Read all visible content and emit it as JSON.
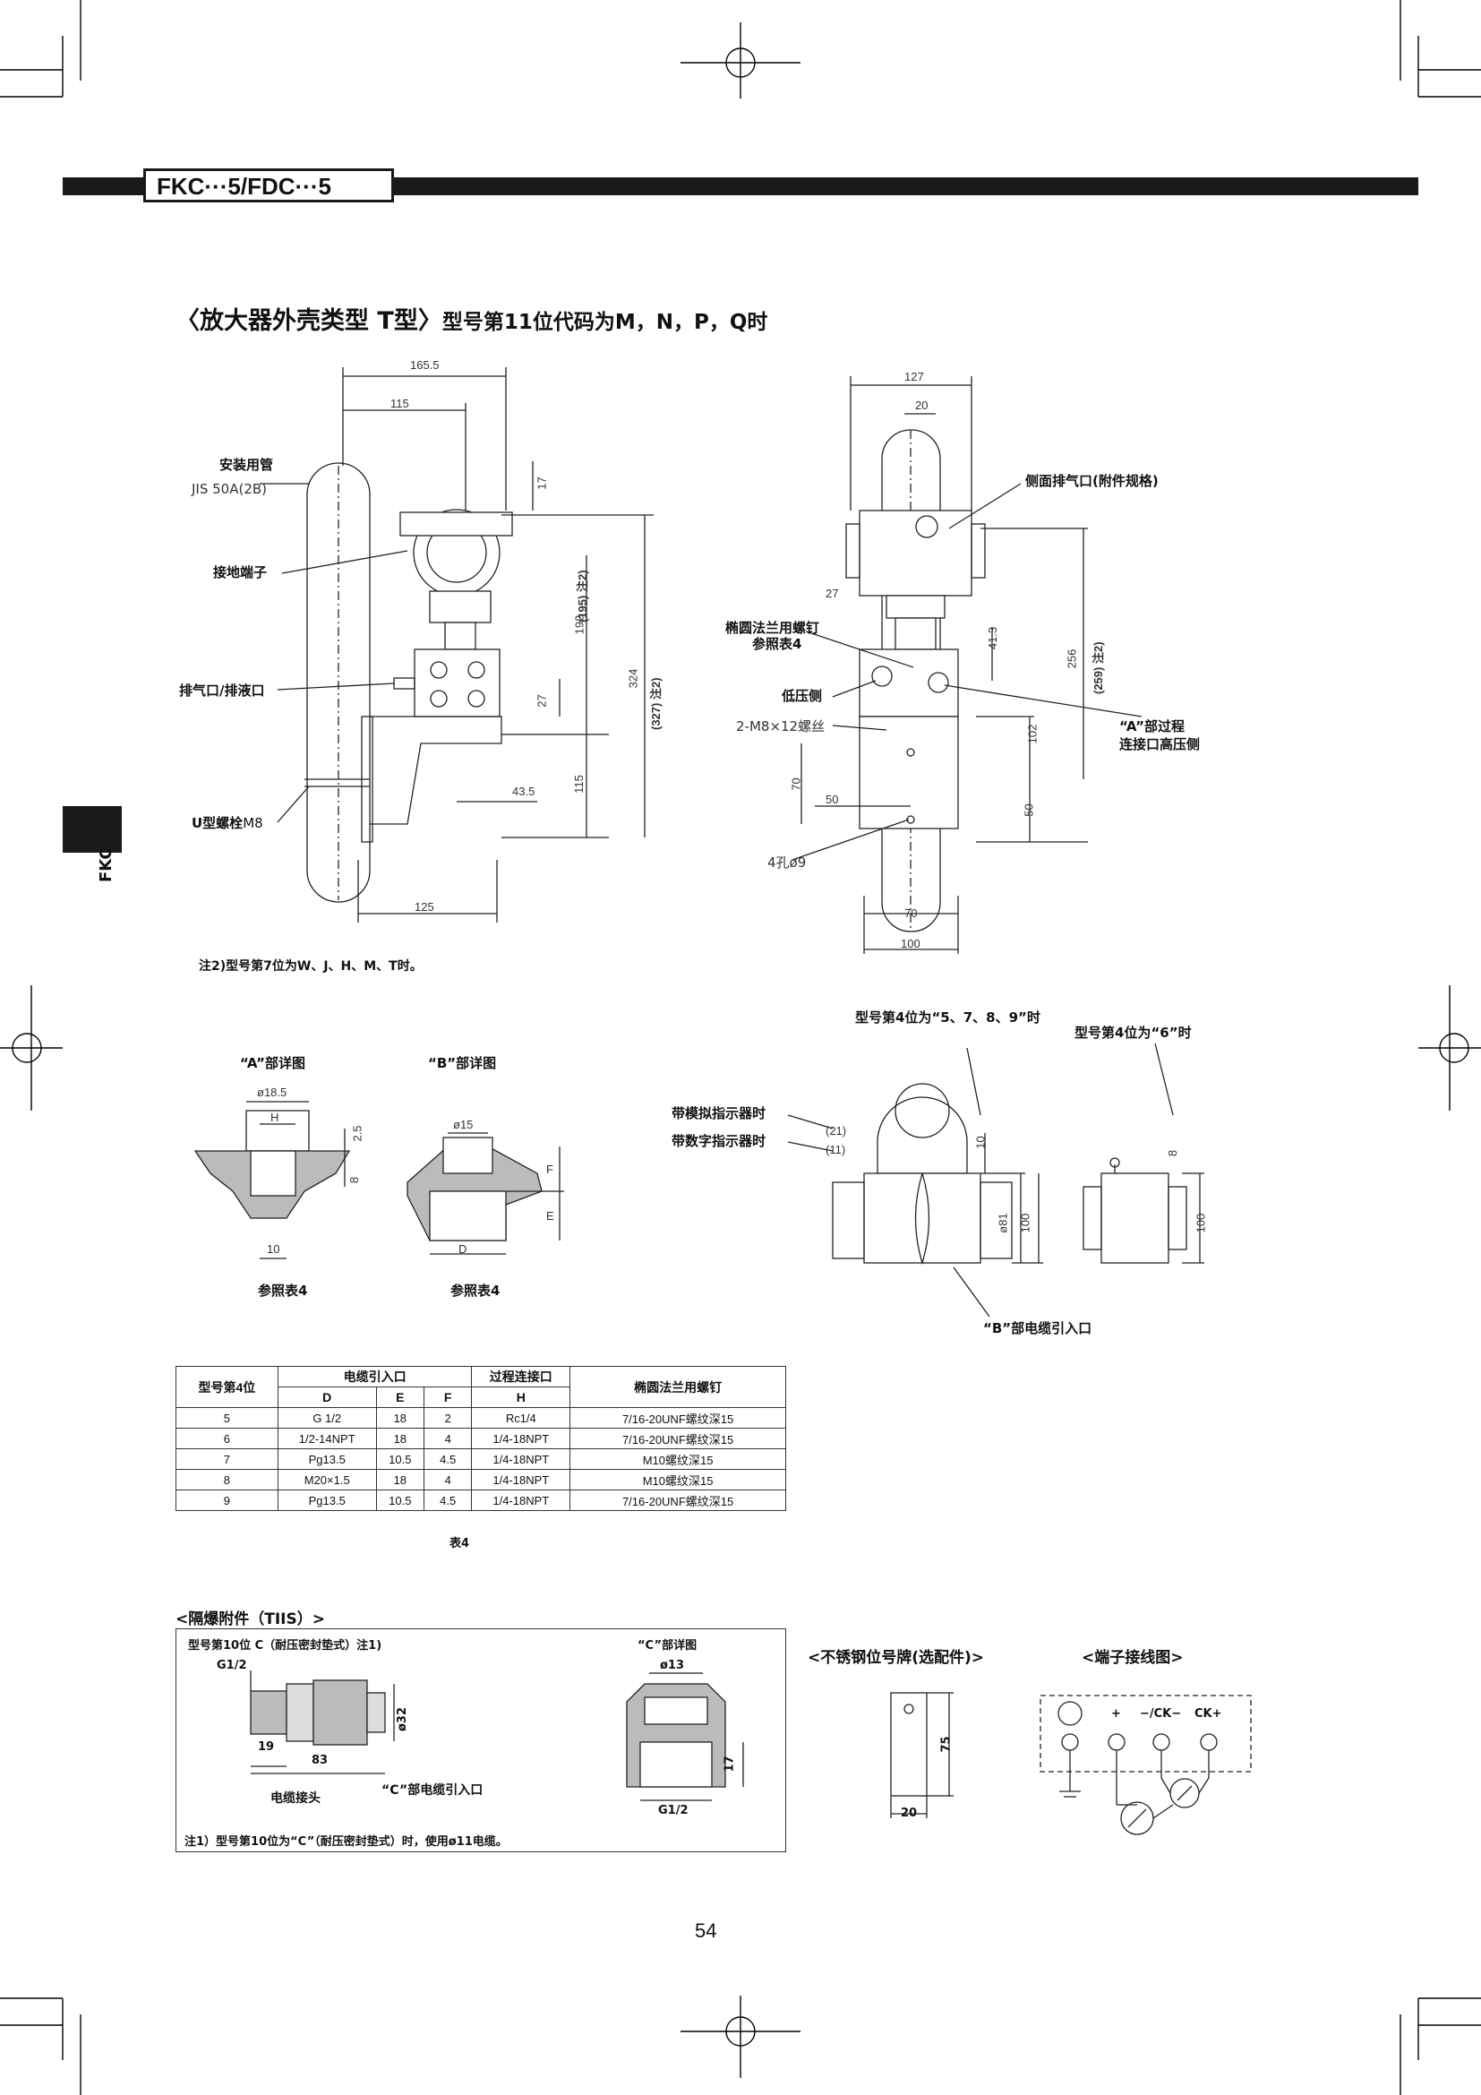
{
  "header": {
    "title": "FKC···5/FDC···5",
    "side_tab": "FKC"
  },
  "section": {
    "title": "〈放大器外壳类型 T型〉",
    "subtitle": "型号第11位代码为M，N，P，Q时"
  },
  "left_view": {
    "dims": [
      "165.5",
      "115",
      "17",
      "192",
      "(195) 注2)",
      "324",
      "(327) 注2)",
      "27",
      "115",
      "43.5",
      "125"
    ],
    "labels": {
      "pipe": "安装用管",
      "pipe_spec": "JIS 50A(2B)",
      "ground": "接地端子",
      "vent": "排气口/排液口",
      "ubolt": "U型螺栓",
      "ubolt_size": "M8"
    }
  },
  "right_view": {
    "dims": [
      "127",
      "20",
      "27",
      "41.3",
      "256",
      "(259) 注2)",
      "102",
      "70",
      "50",
      "50",
      "70",
      "100"
    ],
    "labels": {
      "side_vent": "侧面排气口(附件规格)",
      "flange_bolt": "椭圆法兰用螺钉",
      "flange_bolt_ref": "参照表4",
      "low_side": "低压侧",
      "screw": "2-M8×12螺丝",
      "process_a": "“A”部过程",
      "process_b": "连接口高压侧",
      "holes": "4孔ø9"
    }
  },
  "note2": "注2)型号第7位为W、J、H、M、T时。",
  "detail_a": {
    "title": "“A”部详图",
    "dims": [
      "ø18.5",
      "H",
      "2.5",
      "8",
      "10"
    ],
    "ref": "参照表4"
  },
  "detail_b": {
    "title": "“B”部详图",
    "dims": [
      "ø15",
      "F",
      "E",
      "D"
    ],
    "ref": "参照表4"
  },
  "indicator": {
    "title_1": "型号第4位为“5、7、8、9”时",
    "title_2": "型号第4位为“6”时",
    "analog": "带模拟指示器时",
    "digital": "带数字指示器时",
    "dims": [
      "(21)",
      "(11)",
      "10",
      "ø81",
      "100",
      "8",
      "100"
    ],
    "cable": "“B”部电缆引入口"
  },
  "table4": {
    "col_model": "型号第4位",
    "col_cable": "电缆引入口",
    "col_process": "过程连接口",
    "col_bolt": "椭圆法兰用螺钉",
    "sub": [
      "D",
      "E",
      "F",
      "H"
    ],
    "rows": [
      [
        "5",
        "G 1/2",
        "18",
        "2",
        "Rc1/4",
        "7/16-20UNF螺纹深15"
      ],
      [
        "6",
        "1/2-14NPT",
        "18",
        "4",
        "1/4-18NPT",
        "7/16-20UNF螺纹深15"
      ],
      [
        "7",
        "Pg13.5",
        "10.5",
        "4.5",
        "1/4-18NPT",
        "M10螺纹深15"
      ],
      [
        "8",
        "M20×1.5",
        "18",
        "4",
        "1/4-18NPT",
        "M10螺纹深15"
      ],
      [
        "9",
        "Pg13.5",
        "10.5",
        "4.5",
        "1/4-18NPT",
        "7/16-20UNF螺纹深15"
      ]
    ],
    "caption": "表4"
  },
  "explosion": {
    "title": "<隔爆附件（TIIS）>",
    "sub": "型号第10位 C（耐压密封垫式）注1)",
    "g12": "G1/2",
    "dims": [
      "19",
      "83",
      "ø32"
    ],
    "connector": "电缆接头",
    "cable_c": "“C”部电缆引入口",
    "detail_c": "“C”部详图",
    "detail_dims": [
      "ø13",
      "17",
      "G1/2"
    ],
    "note": "注1）型号第10位为“C”（耐压密封垫式）时，使用ø11电缆。"
  },
  "tag": {
    "title": "<不锈钢位号牌(选配件)>",
    "dims": [
      "75",
      "20"
    ]
  },
  "terminal": {
    "title": "<端子接线图>",
    "labels": [
      "+",
      "−/CK−",
      "CK+"
    ]
  },
  "page_number": "54"
}
